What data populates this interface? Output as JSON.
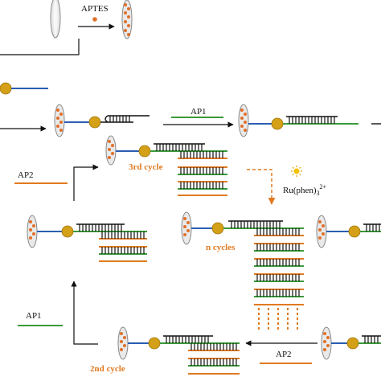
{
  "labels": {
    "aptes": "APTES",
    "ap1_top": "AP1",
    "ap2_left": "AP2",
    "ap1_left": "AP1",
    "ap2_bottom": "AP2",
    "ru_base": "Ru(phen)",
    "ru_sub": "3",
    "ru_sup": "2+",
    "cycle3": "3rd cycle",
    "cycle_n": "n cycles",
    "cycle2": "2nd cycle"
  },
  "colors": {
    "blue_strand": "#2a5db0",
    "green_strand": "#3a9a3a",
    "orange_strand": "#e07a20",
    "bead": "#d4a017",
    "dot": "#e0702a",
    "black": "#111111"
  },
  "icons": {
    "electrode": "electrode-disc-icon",
    "bead": "gold-nanoparticle-icon",
    "ru": "ru-complex-sun-icon"
  }
}
